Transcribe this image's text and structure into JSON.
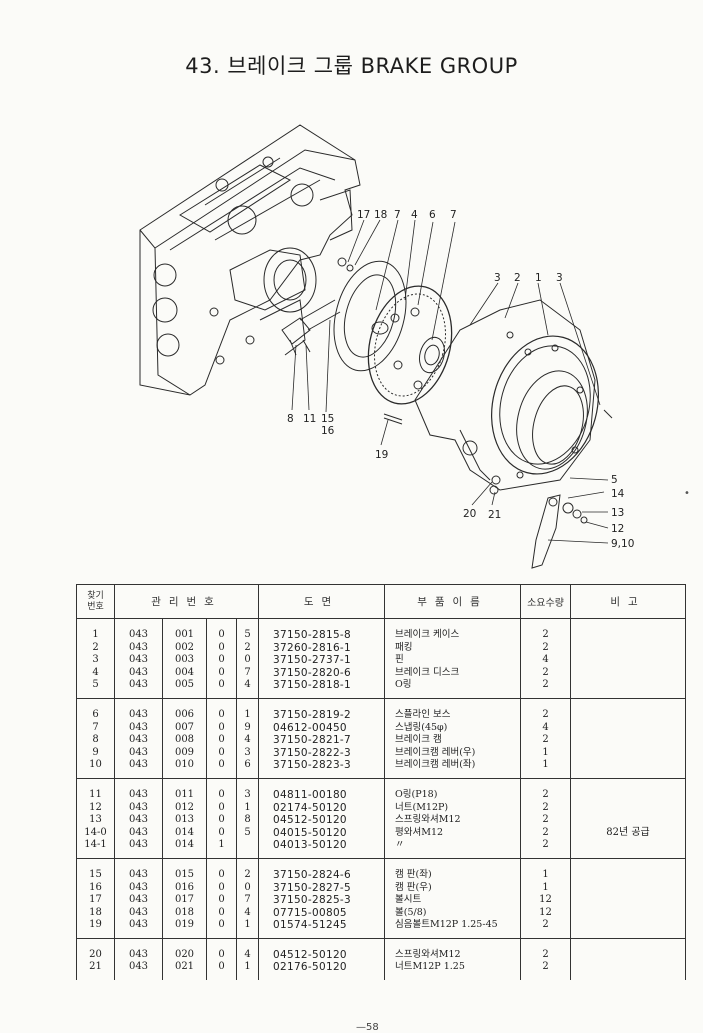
{
  "title": "43. 브레이크 그룹 BRAKE GROUP",
  "diagram": {
    "labels": {
      "l17": "17",
      "l18": "18",
      "l7a": "7",
      "l4": "4",
      "l6": "6",
      "l7b": "7",
      "l3a": "3",
      "l2": "2",
      "l1": "1",
      "l3b": "3",
      "l8": "8",
      "l11": "11",
      "l15": "15",
      "l16": "16",
      "l19": "19",
      "l5": "5",
      "l14": "14",
      "l13": "13",
      "l12": "12",
      "l910": "9,10",
      "l20": "20",
      "l21": "21"
    }
  },
  "table": {
    "headers": {
      "key_line1": "찾기",
      "key_line2": "번호",
      "mgmt": "관리번호",
      "drawing": "도면",
      "part_name": "부품이름",
      "qty": "소요수량",
      "remarks": "비고"
    },
    "groups": [
      {
        "keys": [
          "1",
          "2",
          "3",
          "4",
          "5"
        ],
        "c1": [
          "043",
          "043",
          "043",
          "043",
          "043"
        ],
        "c2": [
          "001",
          "002",
          "003",
          "004",
          "005"
        ],
        "c3": [
          "0",
          "0",
          "0",
          "0",
          "0"
        ],
        "c4": [
          "5",
          "2",
          "0",
          "7",
          "4"
        ],
        "drawing": [
          "37150-2815-8",
          "37260-2816-1",
          "37150-2737-1",
          "37150-2820-6",
          "37150-2818-1"
        ],
        "names": [
          "브레이크 케이스",
          "패킹",
          "핀",
          "브레이크 디스크",
          "O링"
        ],
        "qty": [
          "2",
          "2",
          "4",
          "2",
          "2"
        ],
        "remarks": []
      },
      {
        "keys": [
          "6",
          "7",
          "8",
          "9",
          "10"
        ],
        "c1": [
          "043",
          "043",
          "043",
          "043",
          "043"
        ],
        "c2": [
          "006",
          "007",
          "008",
          "009",
          "010"
        ],
        "c3": [
          "0",
          "0",
          "0",
          "0",
          "0"
        ],
        "c4": [
          "1",
          "9",
          "4",
          "3",
          "6"
        ],
        "drawing": [
          "37150-2819-2",
          "04612-00450",
          "37150-2821-7",
          "37150-2822-3",
          "37150-2823-3"
        ],
        "names": [
          "스플라인 보스",
          "스냅링(45φ)",
          "브레이크 캠",
          "브레이크캠 레버(우)",
          "브레이크캠 레버(좌)"
        ],
        "qty": [
          "2",
          "4",
          "2",
          "1",
          "1"
        ],
        "remarks": []
      },
      {
        "keys": [
          "11",
          "12",
          "13",
          "14-0",
          "14-1"
        ],
        "c1": [
          "043",
          "043",
          "043",
          "043",
          "043"
        ],
        "c2": [
          "011",
          "012",
          "013",
          "014",
          "014"
        ],
        "c3": [
          "0",
          "0",
          "0",
          "0",
          "1"
        ],
        "c4": [
          "3",
          "1",
          "8",
          "5",
          ""
        ],
        "drawing": [
          "04811-00180",
          "02174-50120",
          "04512-50120",
          "04015-50120",
          "04013-50120"
        ],
        "names": [
          "O링(P18)",
          "너트(M12P)",
          "스프링와셔M12",
          "평와셔M12",
          "〃"
        ],
        "qty": [
          "2",
          "2",
          "2",
          "2",
          "2"
        ],
        "remarks": [
          "",
          "",
          "",
          "82년 공급",
          ""
        ]
      },
      {
        "keys": [
          "15",
          "16",
          "17",
          "18",
          "19"
        ],
        "c1": [
          "043",
          "043",
          "043",
          "043",
          "043"
        ],
        "c2": [
          "015",
          "016",
          "017",
          "018",
          "019"
        ],
        "c3": [
          "0",
          "0",
          "0",
          "0",
          "0"
        ],
        "c4": [
          "2",
          "0",
          "7",
          "4",
          "1"
        ],
        "drawing": [
          "37150-2824-6",
          "37150-2827-5",
          "37150-2825-3",
          "07715-00805",
          "01574-51245"
        ],
        "names": [
          "캠 판(좌)",
          "캠 판(우)",
          "볼시트",
          "볼(5/8)",
          "심음볼트M12P 1.25-45"
        ],
        "qty": [
          "1",
          "1",
          "12",
          "12",
          "2"
        ],
        "remarks": []
      },
      {
        "keys": [
          "20",
          "21"
        ],
        "c1": [
          "043",
          "043"
        ],
        "c2": [
          "020",
          "021"
        ],
        "c3": [
          "0",
          "0"
        ],
        "c4": [
          "4",
          "1"
        ],
        "drawing": [
          "04512-50120",
          "02176-50120"
        ],
        "names": [
          "스프링와셔M12",
          "너트M12P 1.25"
        ],
        "qty": [
          "2",
          "2"
        ],
        "remarks": []
      }
    ]
  },
  "page_number": "—58"
}
